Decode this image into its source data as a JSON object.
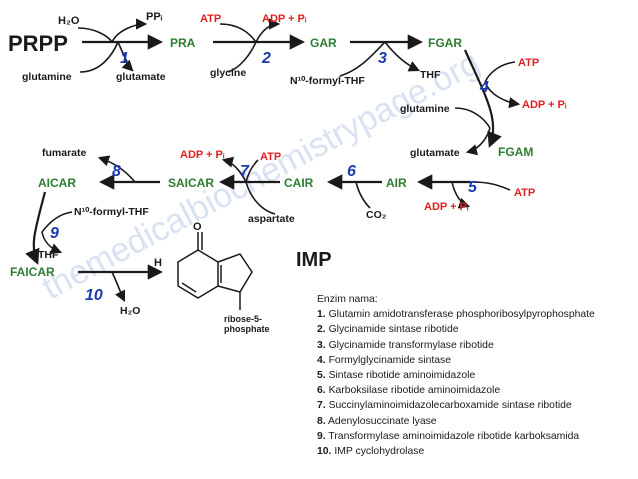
{
  "pathway": {
    "compounds": {
      "prpp": "PRPP",
      "pra": "PRA",
      "gar": "GAR",
      "fgar": "FGAR",
      "fgam": "FGAM",
      "air": "AIR",
      "cair": "CAIR",
      "saicar": "SAICAR",
      "aicar": "AICAR",
      "faicar": "FAICAR",
      "imp": "IMP"
    },
    "cofactors": {
      "h2o_top": "H₂O",
      "ppi": "PPᵢ",
      "glutamine_1": "glutamine",
      "glutamate_1": "glutamate",
      "atp_2": "ATP",
      "adp_2": "ADP + Pᵢ",
      "glycine": "glycine",
      "formyl_thf_3": "N¹⁰-formyl-THF",
      "thf_3": "THF",
      "atp_4": "ATP",
      "adp_4": "ADP + Pᵢ",
      "glutamine_4": "glutamine",
      "glutamate_4": "glutamate",
      "atp_5": "ATP",
      "adp_5": "ADP + Pᵢ",
      "co2": "CO₂",
      "adp_7": "ADP + Pᵢ",
      "atp_7": "ATP",
      "aspartate": "aspartate",
      "fumarate": "fumarate",
      "formyl_thf_9": "N¹⁰-formyl-THF",
      "thf_9": "THF",
      "h2o_10": "H₂O"
    },
    "steps": [
      "1",
      "2",
      "3",
      "4",
      "5",
      "6",
      "7",
      "8",
      "9",
      "10"
    ],
    "imp_structure": {
      "h_label": "H",
      "o_label": "O",
      "ribose_label_1": "ribose-5-",
      "ribose_label_2": "phosphate"
    },
    "watermark": "themedicalbiochemistrypage.org"
  },
  "legend": {
    "title": "Enzim nama:",
    "items": [
      {
        "num": "1.",
        "name": "Glutamin amidotransferase phosphoribosylpyrophosphate"
      },
      {
        "num": "2.",
        "name": "Glycinamide sintase ribotide"
      },
      {
        "num": "3.",
        "name": "Glycinamide transformylase ribotide"
      },
      {
        "num": "4.",
        "name": "Formylglycinamide sintase"
      },
      {
        "num": "5.",
        "name": "Sintase ribotide aminoimidazole"
      },
      {
        "num": "6.",
        "name": "Karboksilase ribotide aminoimidazole"
      },
      {
        "num": "7.",
        "name": "Succinylaminoimidazolecarboxamide sintase ribotide"
      },
      {
        "num": "8.",
        "name": "Adenylosuccinate lyase"
      },
      {
        "num": "9.",
        "name": "Transformylase aminoimidazole ribotide karboksamida"
      },
      {
        "num": "10.",
        "name": "IMP cyclohydrolase"
      }
    ]
  },
  "colors": {
    "compound_green": "#2e7d32",
    "cofactor_red": "#e02020",
    "step_blue": "#1c3bb0",
    "arrow": "#1a1a1a"
  }
}
